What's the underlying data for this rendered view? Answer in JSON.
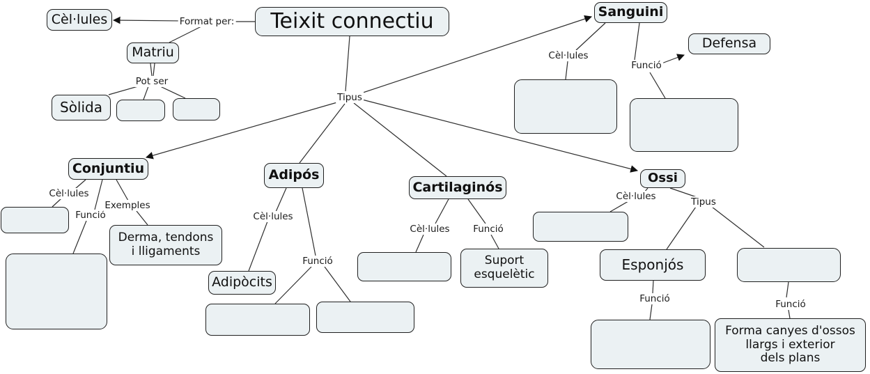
{
  "diagram_title": "Teixit connectiu",
  "nodes": {
    "teixit": "Teixit connectiu",
    "cellules_top": "Cèl·lules",
    "matriu": "Matriu",
    "solida": "Sòlida",
    "sanguini": "Sanguini",
    "defensa": "Defensa",
    "conjuntiu": "Conjuntiu",
    "derma": "Derma, tendons\ni lligaments",
    "adipos": "Adipós",
    "adipocits": "Adipòcits",
    "cartilaginos": "Cartilaginós",
    "suport": "Suport\nesquelètic",
    "ossi": "Ossi",
    "esponjos": "Esponjós",
    "forma": "Forma canyes d'ossos\nllargs i exterior\ndels plans"
  },
  "labels": {
    "format_per": "Format per:",
    "pot_ser": "Pot ser",
    "tipus_center": "Tipus",
    "sang_cellules": "Cèl·lules",
    "sang_funcio": "Funció",
    "conj_cellules": "Cèl·lules",
    "conj_funcio": "Funció",
    "exemples": "Exemples",
    "adip_cellules": "Cèl·lules",
    "adip_funcio": "Funció",
    "cart_cellules": "Cèl·lules",
    "cart_funcio": "Funció",
    "ossi_cellules": "Cèl·lules",
    "ossi_tipus": "Tipus",
    "esp_funcio": "Funció",
    "forma_funcio": "Funció"
  },
  "colors": {
    "node_fill": "#ebf1f3",
    "node_border": "#1f1f1f",
    "line": "#2e2e2e",
    "background": "#ffffff"
  }
}
